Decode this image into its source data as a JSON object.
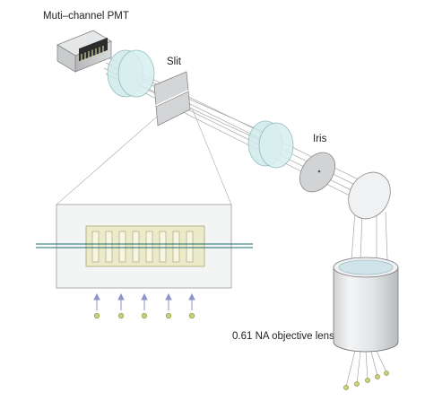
{
  "labels": {
    "pmt": "Muti–channel PMT",
    "slit": "Slit",
    "iris": "Iris",
    "objective": "0.61 NA objective lens"
  },
  "colors": {
    "lens_fill": "#cfe9ea",
    "lens_stroke": "#7fb3b5",
    "beam": "#9c9c9c",
    "arrow": "#8a96c8",
    "bead": "#c9cf7a",
    "channel": "#e9eac4"
  }
}
